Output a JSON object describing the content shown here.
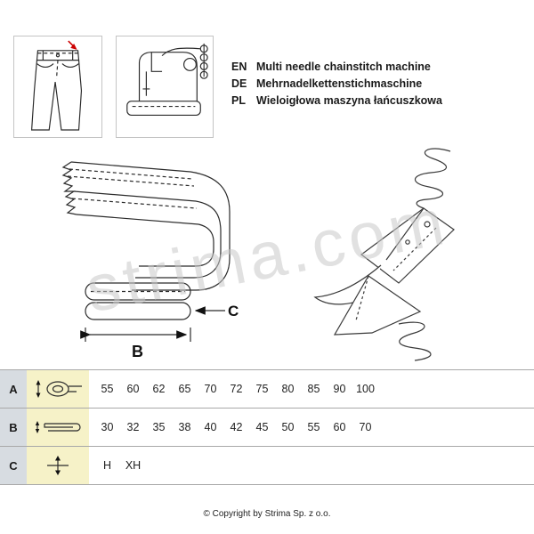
{
  "header": {
    "languages": [
      {
        "code": "EN",
        "text": "Multi needle chainstitch machine"
      },
      {
        "code": "DE",
        "text": "Mehrnadelkettenstichmaschine"
      },
      {
        "code": "PL",
        "text": "Wieloigłowa maszyna łańcuszkowa"
      }
    ]
  },
  "diagram": {
    "label_b": "B",
    "label_c": "C"
  },
  "watermark": "strima.com",
  "table": {
    "rows": [
      {
        "letter": "A",
        "icon": "tape-roll-icon",
        "values": [
          "55",
          "60",
          "62",
          "65",
          "70",
          "72",
          "75",
          "80",
          "85",
          "90",
          "100"
        ]
      },
      {
        "letter": "B",
        "icon": "folded-tape-icon",
        "values": [
          "30",
          "32",
          "35",
          "38",
          "40",
          "42",
          "45",
          "50",
          "55",
          "60",
          "70"
        ]
      },
      {
        "letter": "C",
        "icon": "height-adjust-icon",
        "values": [
          "H",
          "XH"
        ]
      }
    ]
  },
  "footer": {
    "copyright": "© Copyright by Strima Sp. z o.o."
  },
  "colors": {
    "letter_cell_bg": "#d7dce1",
    "icon_cell_bg": "#f6f2c8",
    "accent_red": "#cc0000"
  }
}
